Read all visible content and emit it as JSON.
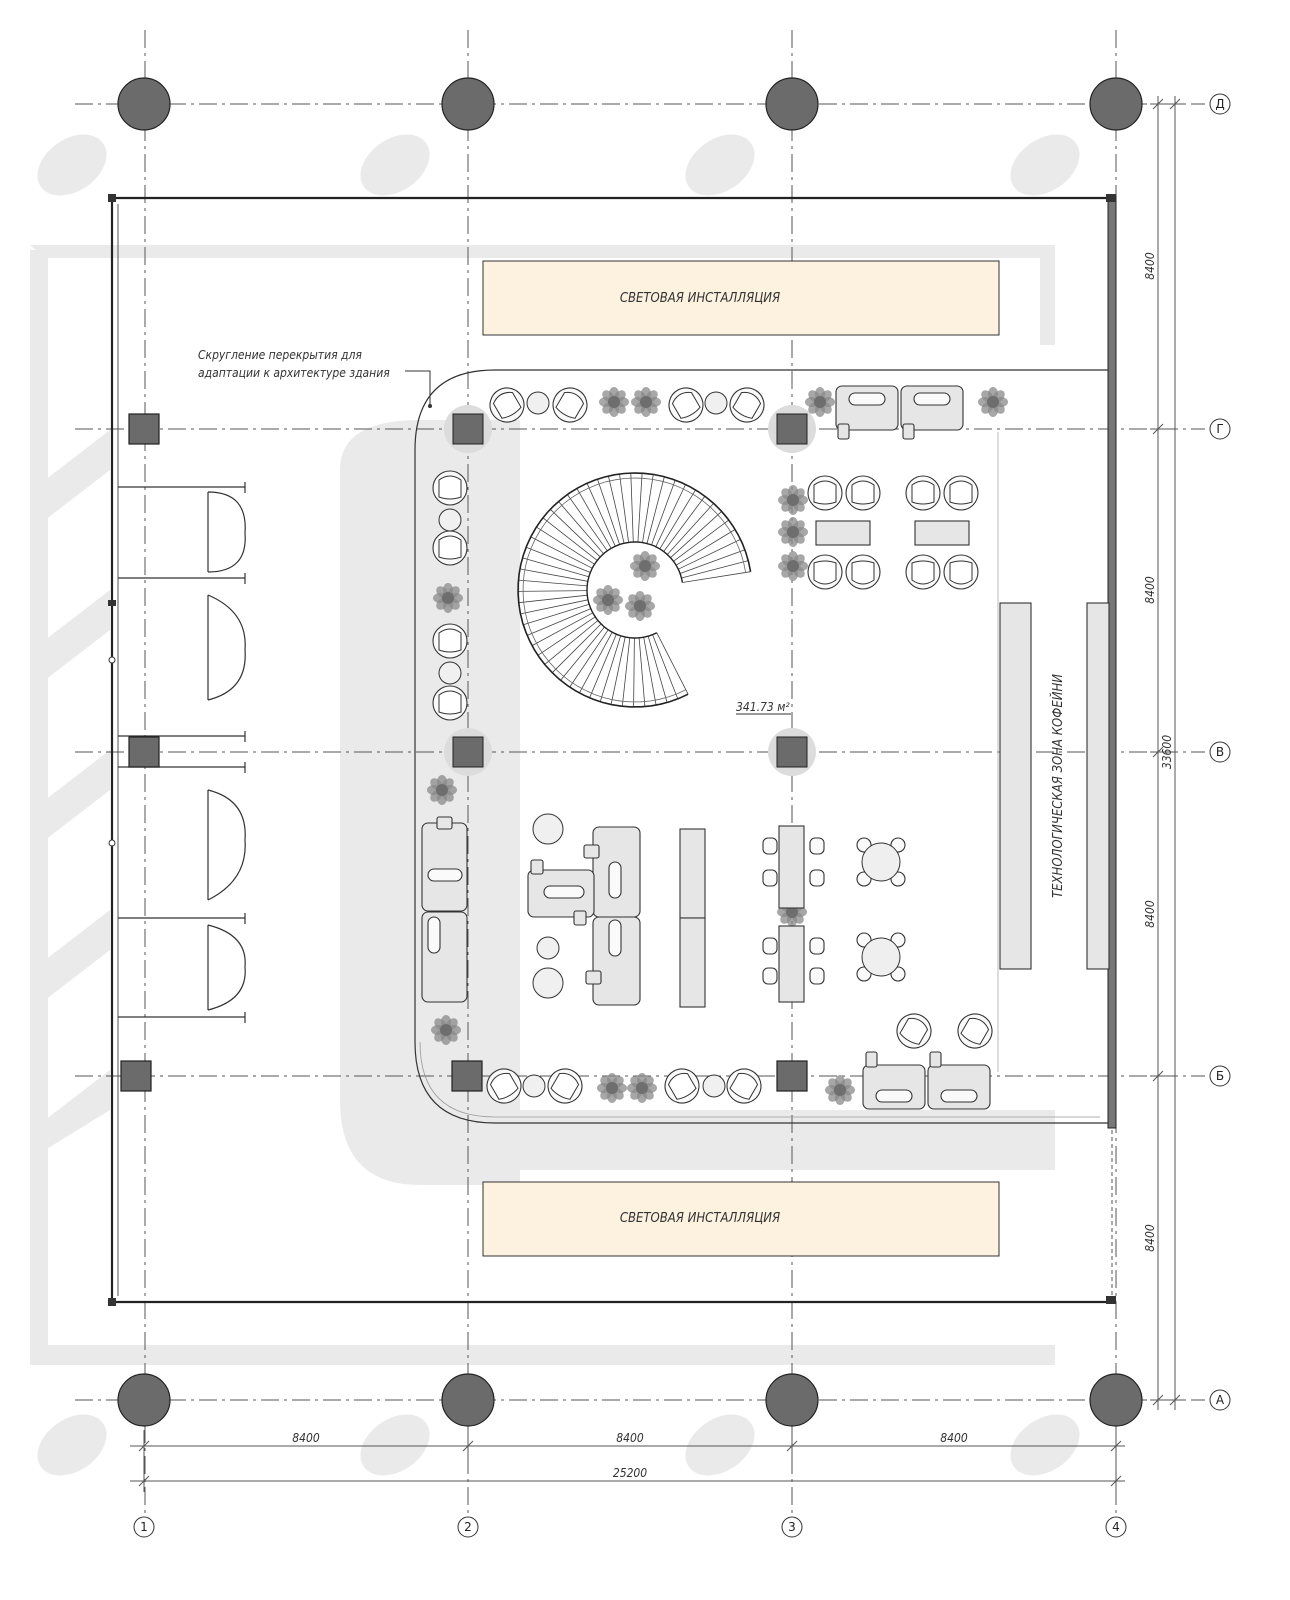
{
  "plan": {
    "area_label": "341.73 м²",
    "installation_top": "СВЕТОВАЯ ИНСТАЛЛЯЦИЯ",
    "installation_bottom": "СВЕТОВАЯ ИНСТАЛЛЯЦИЯ",
    "tech_zone": "ТЕХНОЛОГИЧЕСКАЯ ЗОНА КОФЕЙНИ",
    "note_line1": "Скругление перекрытия для",
    "note_line2": "адаптации к архитектуре здания"
  },
  "axes": {
    "columns": [
      "1",
      "2",
      "3",
      "4"
    ],
    "rows": [
      "Д",
      "Г",
      "В",
      "Б",
      "А"
    ]
  },
  "dimensions": {
    "bottom_spans": [
      "8400",
      "8400",
      "8400"
    ],
    "bottom_total": "25200",
    "right_spans": [
      "8400",
      "8400",
      "8400",
      "8400"
    ],
    "right_total": "33600"
  },
  "colors": {
    "installation_fill": "#fdf1e0",
    "column_fill": "#6b6b6b",
    "ghost": "#eaeaea"
  }
}
